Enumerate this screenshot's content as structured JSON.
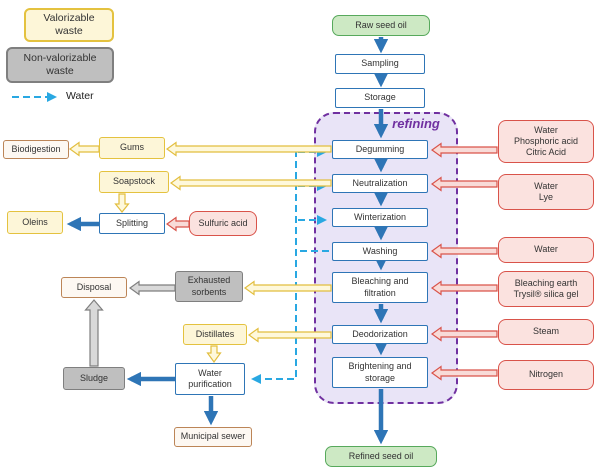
{
  "legend": {
    "valorizable": "Valorizable\nwaste",
    "non_valorizable": "Non-valorizable\nwaste",
    "water": "Water"
  },
  "flow": {
    "raw_seed_oil": "Raw seed oil",
    "sampling": "Sampling",
    "storage": "Storage",
    "refining": "refining",
    "degumming": "Degumming",
    "neutralization": "Neutralization",
    "winterization": "Winterization",
    "washing": "Washing",
    "bleaching": "Bleaching and\nfiltration",
    "deodorization": "Deodorization",
    "brightening": "Brightening and\nstorage",
    "refined_seed_oil": "Refined seed oil"
  },
  "inputs": {
    "degumming": "Water\nPhosphoric acid\nCitric Acid",
    "neutralization": "Water\nLye",
    "washing": "Water",
    "bleaching": "Bleaching earth\nTrysil® silica gel",
    "deodorization": "Steam",
    "brightening": "Nitrogen",
    "splitting": "Sulfuric acid"
  },
  "outputs": {
    "gums": "Gums",
    "biodigestion": "Biodigestion",
    "soapstock": "Soapstock",
    "splitting": "Splitting",
    "oleins": "Oleins",
    "exhausted_sorbents": "Exhausted\nsorbents",
    "disposal": "Disposal",
    "distillates": "Distillates",
    "water_purification": "Water\npurification",
    "sludge": "Sludge",
    "municipal_sewer": "Municipal sewer"
  },
  "colors": {
    "flow_arrow": "#2E75B6",
    "water_line": "#29A8E2",
    "valorizable_border": "#E4C23F",
    "input_border": "#D9534A",
    "refining_purple": "#7030A0"
  }
}
